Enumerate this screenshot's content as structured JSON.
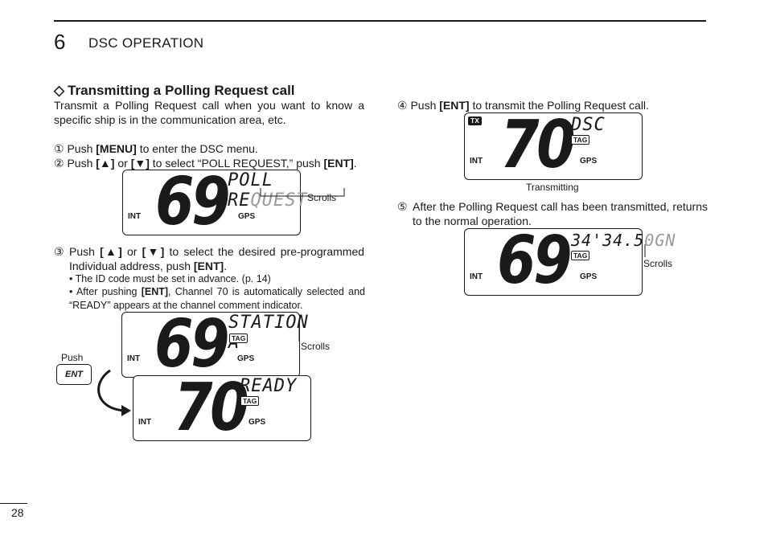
{
  "header": {
    "chapter_number": "6",
    "chapter_title": "DSC OPERATION"
  },
  "section": {
    "title": "Transmitting a Polling Request call",
    "intro": "Transmit a Polling Request call when you want to know a specific ship is in the communication area, etc."
  },
  "steps": {
    "s1": {
      "num": "①",
      "pre": "Push ",
      "key": "[MENU]",
      "post": " to enter the DSC menu."
    },
    "s2": {
      "num": "②",
      "pre": "Push ",
      "k1": "[▲]",
      "mid": " or ",
      "k2": "[▼]",
      "mid2": " to select “POLL REQUEST,” push ",
      "k3": "[ENT]",
      "post": "."
    },
    "s3": {
      "num": "③",
      "pre": "Push ",
      "k1": "[▲]",
      "mid": " or ",
      "k2": "[▼]",
      "mid2": " to select the desired pre-programmed Individual address, push ",
      "k3": "[ENT]",
      "post": "."
    },
    "s3_bullet1": "• The ID code must be set in advance. (p. 14)",
    "s3_bullet2_pre": "• After pushing ",
    "s3_bullet2_key": "[ENT]",
    "s3_bullet2_post": ", Channel 70 is automatically selected and “READY” appears at the channel comment indicator.",
    "s4": {
      "num": "④",
      "pre": "Push ",
      "key": "[ENT]",
      "post": " to transmit the Polling Request call."
    },
    "s5": {
      "num": "⑤",
      "text": "After the Polling Request call has been transmitted, returns to the normal operation."
    }
  },
  "displays": {
    "d1": {
      "channel": "69",
      "text_bright": "POLL RE",
      "text_dim": "QUEST",
      "left_label": "INT",
      "right_label": "GPS",
      "callout": "Scrolls"
    },
    "d2": {
      "channel": "69",
      "text_bright": "STATION A",
      "tag": "TAG",
      "left_label": "INT",
      "right_label": "GPS",
      "callout": "Scrolls"
    },
    "d3": {
      "channel": "70",
      "text_bright": "READY",
      "tag": "TAG",
      "left_label": "INT",
      "right_label": "GPS"
    },
    "d4": {
      "channel": "70",
      "text_bright": "DSC",
      "tag": "TAG",
      "tx": "TX",
      "left_label": "INT",
      "right_label": "GPS",
      "caption": "Transmitting"
    },
    "d5": {
      "channel": "69",
      "text_bright": "34'34.5",
      "text_dim": "0GN",
      "tag": "TAG",
      "left_label": "INT",
      "right_label": "GPS",
      "callout": "Scrolls"
    }
  },
  "push_label": "Push",
  "ent_key": "ENT",
  "page_number": "28"
}
